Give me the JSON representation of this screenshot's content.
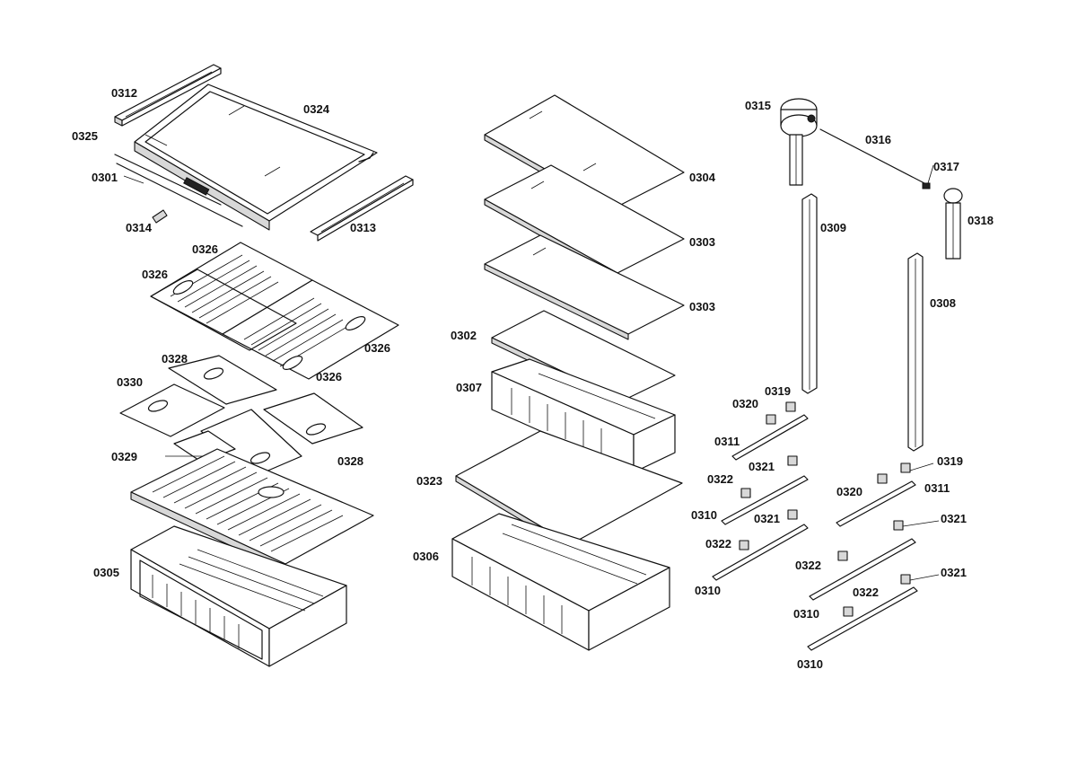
{
  "diagram": {
    "labels": {
      "p0312": "0312",
      "p0324": "0324",
      "p0325": "0325",
      "p0301": "0301",
      "p0314": "0314",
      "p0313": "0313",
      "p0326a": "0326",
      "p0326b": "0326",
      "p0326c": "0326",
      "p0326d": "0326",
      "p0328a": "0328",
      "p0330": "0330",
      "p0329": "0329",
      "p0328b": "0328",
      "p0305": "0305",
      "p0304": "0304",
      "p0303a": "0303",
      "p0303b": "0303",
      "p0302": "0302",
      "p0307": "0307",
      "p0323": "0323",
      "p0306": "0306",
      "p0315": "0315",
      "p0316": "0316",
      "p0317": "0317",
      "p0318": "0318",
      "p0309": "0309",
      "p0308": "0308",
      "p0320a": "0320",
      "p0319a": "0319",
      "p0311a": "0311",
      "p0321a": "0321",
      "p0322a": "0322",
      "p0310a": "0310",
      "p0321b": "0321",
      "p0322b": "0322",
      "p0310b": "0310",
      "p0319b": "0319",
      "p0320b": "0320",
      "p0311b": "0311",
      "p0321c": "0321",
      "p0322c": "0322",
      "p0321d": "0321",
      "p0310c": "0310",
      "p0322d": "0322",
      "p0310d": "0310"
    }
  }
}
